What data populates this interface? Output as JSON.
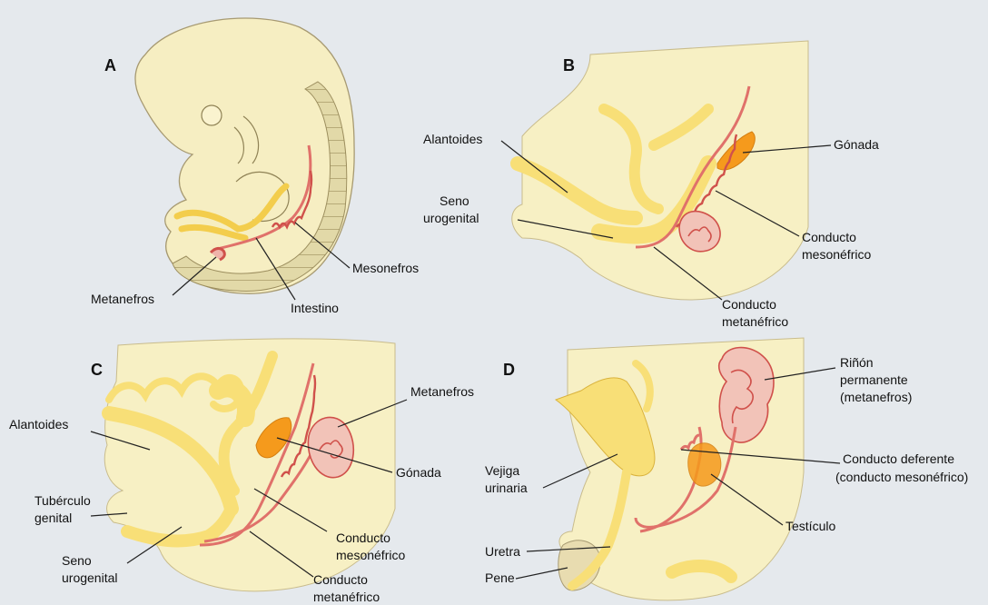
{
  "panels": {
    "A": {
      "letter": "A",
      "labels": {
        "mesonefros": "Mesonefros",
        "metanefros": "Metanefros",
        "intestino": "Intestino"
      }
    },
    "B": {
      "letter": "B",
      "labels": {
        "alantoides": "Alantoides",
        "gonada": "Gónada",
        "seno_1": "Seno",
        "seno_2": "urogenital",
        "cond_meso_1": "Conducto",
        "cond_meso_2": "mesonéfrico",
        "cond_meta_1": "Conducto",
        "cond_meta_2": "metanéfrico"
      }
    },
    "C": {
      "letter": "C",
      "labels": {
        "metanefros": "Metanefros",
        "alantoides": "Alantoides",
        "gonada": "Gónada",
        "tuberculo_1": "Tubérculo",
        "tuberculo_2": "genital",
        "seno_1": "Seno",
        "seno_2": "urogenital",
        "cond_meso_1": "Conducto",
        "cond_meso_2": "mesonéfrico",
        "cond_meta_1": "Conducto",
        "cond_meta_2": "metanéfrico"
      }
    },
    "D": {
      "letter": "D",
      "labels": {
        "rinon_1": "Riñón",
        "rinon_2": "permanente",
        "rinon_3": "(metanefros)",
        "vejiga_1": "Vejiga",
        "vejiga_2": "urinaria",
        "deferente_1": "Conducto deferente",
        "deferente_2": "(conducto mesonéfrico)",
        "testiculo": "Testículo",
        "uretra": "Uretra",
        "pene": "Pene"
      }
    }
  },
  "colors": {
    "background": "#e7ebee",
    "body": "#f7efc0",
    "body_stroke": "#a79a72",
    "yellow": "#fbe37d",
    "yellow_stroke": "#d9b23c",
    "red": "#e0716a",
    "red_fill": "#efb3aa",
    "orange": "#f59a1c",
    "somite": "#dcd3a3"
  }
}
